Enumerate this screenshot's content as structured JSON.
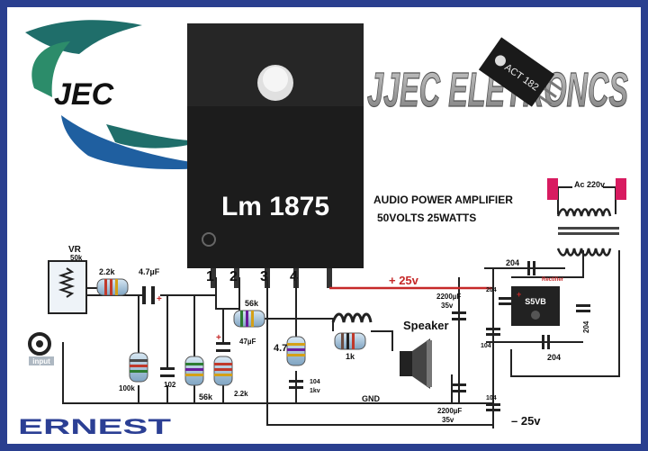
{
  "chip": {
    "label": "Lm 1875",
    "pins": [
      "1",
      "2",
      "3",
      "4"
    ]
  },
  "brand": {
    "title": "JJEC ELETRONCS",
    "logo_text": "JEC",
    "author": "ERNEST",
    "small_ic_label": "ACT 182"
  },
  "heading": {
    "line1": "AUDIO POWER AMPLIFIER",
    "line2": "50VOLTS 25WATTS"
  },
  "power": {
    "pos": "+ 25v",
    "neg": "– 25v",
    "ac": "Ac 220v",
    "gnd": "GND"
  },
  "components": {
    "vr": "VR",
    "vr_value": "50k",
    "input": "input",
    "r_in": "2.2k",
    "c_in": "4.7µF",
    "r_100k": "100k",
    "c_102": "102",
    "r_56k_a": "56k",
    "r_22k_b": "2.2k",
    "r_56k_fb": "56k",
    "c_47": "47µF",
    "r_47": "4.7",
    "c_104": "104",
    "c_1kv": "1kv",
    "r_1k": "1k",
    "speaker": "Speaker",
    "c_2200_top": "2200µF",
    "c_2200_top_v": "35v",
    "c_2200_bot": "2200µF",
    "c_2200_bot_v": "35v",
    "c_104_top": "104",
    "c_104_bot": "104",
    "c_204_a": "204",
    "c_204_b": "204",
    "c_204_c": "204",
    "c_204_d": "204",
    "bridge": "S5VB",
    "rectifier": "Rectifier"
  },
  "colors": {
    "background": "#2a3f8f",
    "chip": "#1c1c1c",
    "title": "#9a9a9a",
    "plus_wire": "#c62828",
    "author": "#2b3f94",
    "ac_box": "#d81b60"
  }
}
